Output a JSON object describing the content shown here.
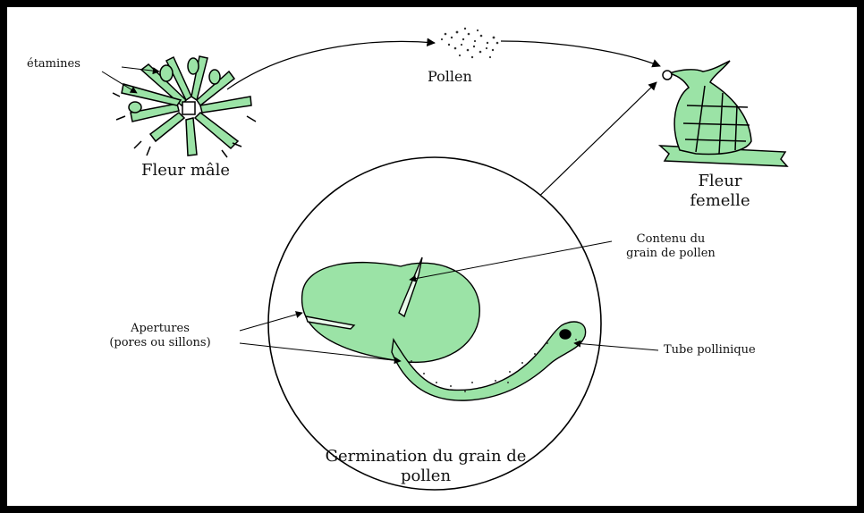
{
  "labels": {
    "etamines": "étamines",
    "pollen": "Pollen",
    "fleur_male": "Fleur mâle",
    "fleur_femelle_line1": "Fleur",
    "fleur_femelle_line2": "femelle",
    "contenu_line1": "Contenu du",
    "contenu_line2": "grain de pollen",
    "apertures_line1": "Apertures",
    "apertures_line2": "(pores ou sillons)",
    "tube_pollinique": "Tube pollinique",
    "germination_line1": "Germination du grain de",
    "germination_line2": "pollen"
  },
  "colors": {
    "plant_green": "#9be3a6",
    "outline": "#000000",
    "background": "#ffffff",
    "frame": "#000000"
  }
}
